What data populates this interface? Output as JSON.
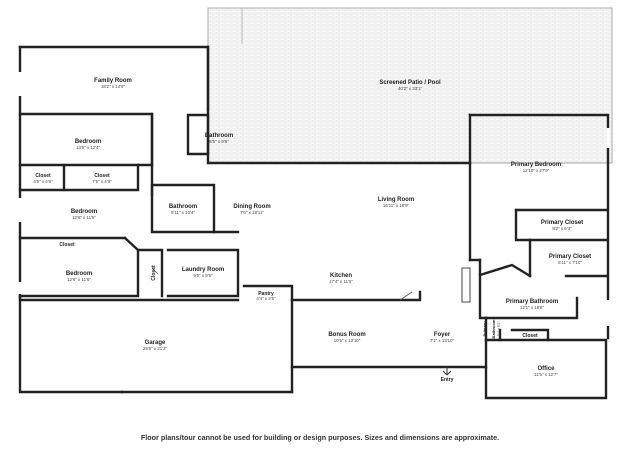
{
  "plan": {
    "rooms": {
      "patio": {
        "name": "Screened Patio / Pool",
        "dim": "40'2\" x 33'1\""
      },
      "family": {
        "name": "Family Room",
        "dim": "18'2\" x 14'9\""
      },
      "bed1": {
        "name": "Bedroom",
        "dim": "13'6\" x 12'4\""
      },
      "bath_top": {
        "name": "Bathroom",
        "dim": "5'5\" x 9'8\""
      },
      "closet1": {
        "name": "Closet",
        "dim": "4'5\" x 4'9\""
      },
      "closet2": {
        "name": "Closet",
        "dim": "7'5\" x 4'9\""
      },
      "bed2": {
        "name": "Bedroom",
        "dim": "12'6\" x 11'5\""
      },
      "bath2": {
        "name": "Bathroom",
        "dim": "5'11\" x 10'4\""
      },
      "dining": {
        "name": "Dining Room",
        "dim": "7'6\" x 18'11\""
      },
      "living": {
        "name": "Living Room",
        "dim": "16'11\" x 18'9\""
      },
      "primary_bed": {
        "name": "Primary Bedroom",
        "dim": "12'10\" x 27'9\""
      },
      "primary_closet1": {
        "name": "Primary Closet",
        "dim": "8'2\" x 6'3\""
      },
      "primary_closet2": {
        "name": "Primary Closet",
        "dim": "6'11\" x 7'10\""
      },
      "closet3": {
        "name": "Closet"
      },
      "bed3": {
        "name": "Bedroom",
        "dim": "12'6\" x 11'6\""
      },
      "closet4": {
        "name": "Closet"
      },
      "laundry": {
        "name": "Laundry Room",
        "dim": "9'5\" x 9'5\""
      },
      "kitchen": {
        "name": "Kitchen",
        "dim": "17'4\" x 11'5\""
      },
      "pantry": {
        "name": "Pantry",
        "dim": "4'4\" x 3'5\""
      },
      "primary_bath": {
        "name": "Primary Bathroom",
        "dim": "12'1\" x 16'6\""
      },
      "garage": {
        "name": "Garage",
        "dim": "29'6\" x 21'3\""
      },
      "bonus": {
        "name": "Bonus Room",
        "dim": "10'5\" x 13'10\""
      },
      "foyer": {
        "name": "Foyer",
        "dim": "7'1\" x 13'10\""
      },
      "primary_small": {
        "name": "Primary"
      },
      "primary_bathroom_small": {
        "name": "Bathroom",
        "dim": "3'1\" x 5'2\""
      },
      "closet5": {
        "name": "Closet"
      },
      "office": {
        "name": "Office",
        "dim": "11'5\" x 12'7\""
      }
    },
    "entry_label": "Entry"
  },
  "footer": {
    "disclaimer": "Floor plans/tour cannot be used for building or design purposes. Sizes and dimensions are approximate."
  }
}
